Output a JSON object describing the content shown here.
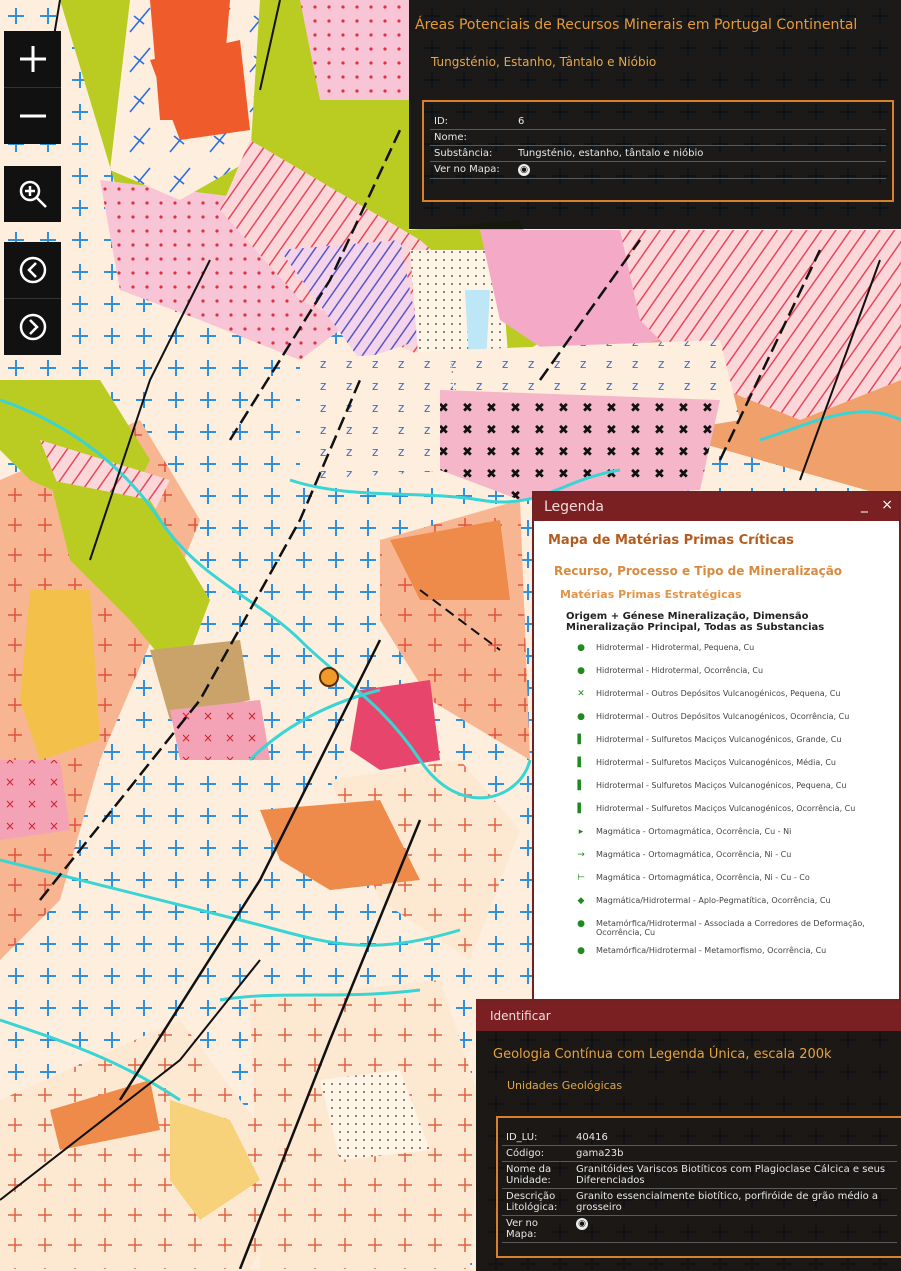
{
  "info_panel": {
    "title": "Áreas Potenciais de Recursos Minerais em Portugal Continental",
    "subtitle": "Tungsténio, Estanho, Tântalo e Nióbio",
    "rows": [
      {
        "label": "ID:",
        "value": "6"
      },
      {
        "label": "Nome:",
        "value": ""
      },
      {
        "label": "Substância:",
        "value": "Tungsténio, estanho, tântalo e nióbio"
      },
      {
        "label": "Ver no Mapa:",
        "value": ""
      }
    ]
  },
  "legend": {
    "header": "Legenda",
    "minimize": "_",
    "close": "×",
    "map_title": "Mapa de Matérias Primas Críticas",
    "section": "Recurso, Processo e Tipo de Mineralização",
    "subsection": "Matérias Primas Estratégicas",
    "group": "Origem + Génese Mineralização, Dimensão Mineralização Principal, Todas as Substancias",
    "items": [
      {
        "symbol": "●",
        "label": "Hidrotermal - Hidrotermal, Pequena, Cu"
      },
      {
        "symbol": "●",
        "label": "Hidrotermal - Hidrotermal, Ocorrência, Cu"
      },
      {
        "symbol": "✕",
        "label": "Hidrotermal - Outros Depósitos Vulcanogénicos, Pequena, Cu"
      },
      {
        "symbol": "●",
        "label": "Hidrotermal - Outros Depósitos Vulcanogénicos, Ocorrência, Cu"
      },
      {
        "symbol": "▌",
        "label": "Hidrotermal - Sulfuretos Maciços Vulcanogénicos, Grande, Cu"
      },
      {
        "symbol": "▌",
        "label": "Hidrotermal - Sulfuretos Maciços Vulcanogénicos, Média, Cu"
      },
      {
        "symbol": "▌",
        "label": "Hidrotermal - Sulfuretos Maciços Vulcanogénicos, Pequena, Cu"
      },
      {
        "symbol": "▌",
        "label": "Hidrotermal - Sulfuretos Maciços Vulcanogénicos, Ocorrência, Cu"
      },
      {
        "symbol": "▸",
        "label": "Magmática - Ortomagmática, Ocorrência, Cu - Ni"
      },
      {
        "symbol": "→",
        "label": "Magmática - Ortomagmática, Ocorrência, Ni - Cu"
      },
      {
        "symbol": "⊢",
        "label": "Magmática - Ortomagmática, Ocorrência, Ni - Cu - Co"
      },
      {
        "symbol": "◆",
        "label": "Magmática/Hidrotermal - Aplo-Pegmatítica, Ocorrência, Cu"
      },
      {
        "symbol": "●",
        "label": "Metamórfica/Hidrotermal - Associada a Corredores de Deformação, Ocorrência, Cu"
      },
      {
        "symbol": "●",
        "label": "Metamórfica/Hidrotermal - Metamorfismo, Ocorrência, Cu"
      }
    ]
  },
  "identify": {
    "header": "Identificar",
    "title": "Geologia Contínua com Legenda Única, escala 200k",
    "subtitle": "Unidades Geológicas",
    "rows": [
      {
        "label": "ID_LU:",
        "value": "40416"
      },
      {
        "label": "Código:",
        "value": "gama23b"
      },
      {
        "label": "Nome da Unidade:",
        "value": "Granitóides Variscos Biotíticos com Plagioclase Cálcica e seus Diferenciados"
      },
      {
        "label": "Descrição Litológica:",
        "value": "Granito essencialmente biotítico, porfiróide de grão médio a grosseiro"
      },
      {
        "label": "Ver no Mapa:",
        "value": ""
      }
    ]
  },
  "map_controls": [
    "zoom-in",
    "zoom-out",
    "zoom-box",
    "previous-extent",
    "next-extent"
  ],
  "colors": {
    "panel_accent": "#d8802a",
    "legend_header": "#7a1f22",
    "granite_fill": "#fde9d2",
    "contact_line": "#39d4d4"
  }
}
